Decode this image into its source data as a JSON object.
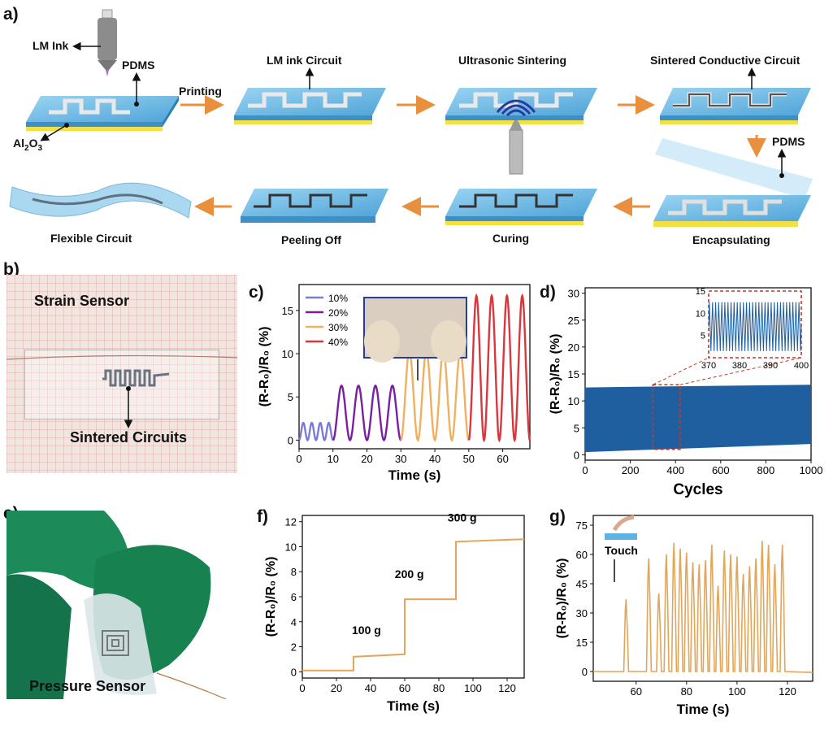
{
  "panels": {
    "a": "a)",
    "b": "b)",
    "c": "c)",
    "d": "d)",
    "e": "e)",
    "f": "f)",
    "g": "g)"
  },
  "schematic": {
    "labels": {
      "lm_ink": "LM Ink",
      "pdms_top": "PDMS",
      "al2o3_base": "Al",
      "al2o3_sub2": "2",
      "al2o3_o": "O",
      "al2o3_sub3": "3",
      "printing": "Printing",
      "pdms_encap": "PDMS"
    },
    "steps": [
      "LM ink Circuit",
      "Ultrasonic Sintering",
      "Sintered Conductive Circuit",
      "Encapsulating",
      "Curing",
      "Peeling Off",
      "Flexible Circuit"
    ]
  },
  "photo_b": {
    "title": "Strain Sensor",
    "label": "Sintered Circuits"
  },
  "photo_e": {
    "label": "Pressure Sensor"
  },
  "colors": {
    "blue_substrate": "#5fb3e3",
    "yellow_layer": "#f5e043",
    "arrow_orange": "#e8903d",
    "trace_orange": "#e2a65a",
    "bar_blue": "#1f5f9f",
    "series": [
      "#7b7bd6",
      "#7a1fa2",
      "#f0b060",
      "#d9363e"
    ],
    "inset_frame": "#c0392b"
  },
  "chart_data": [
    {
      "id": "c",
      "type": "line",
      "ylabel": "(R-R₀)/R₀ (%)",
      "xlabel": "Time (s)",
      "xlim": [
        0,
        68
      ],
      "ylim": [
        -1,
        18
      ],
      "xticks": [
        0,
        10,
        20,
        30,
        40,
        50,
        60
      ],
      "yticks": [
        0,
        5,
        10,
        15
      ],
      "series": [
        {
          "name": "10%",
          "color": "#7b7bd6",
          "x": [
            0,
            10
          ],
          "amplitude": 2,
          "peaks": 4
        },
        {
          "name": "20%",
          "color": "#7a1fa2",
          "x": [
            10,
            30
          ],
          "amplitude": 6.3,
          "peaks": 4
        },
        {
          "name": "30%",
          "color": "#f0b060",
          "x": [
            30,
            50
          ],
          "amplitude": 10.3,
          "peaks": 4
        },
        {
          "name": "40%",
          "color": "#d9363e",
          "x": [
            50,
            68
          ],
          "amplitude": 16.7,
          "peaks": 4
        }
      ]
    },
    {
      "id": "d",
      "type": "area",
      "ylabel": "(R-R₀)/R₀ (%)",
      "xlabel": "Cycles",
      "xlim": [
        0,
        1000
      ],
      "ylim": [
        -1,
        31
      ],
      "xticks": [
        0,
        200,
        400,
        600,
        800,
        1000
      ],
      "yticks": [
        0,
        5,
        10,
        15,
        20,
        25,
        30
      ],
      "band": {
        "x": [
          0,
          1000
        ],
        "lower": [
          0.5,
          2
        ],
        "upper": [
          12.5,
          13
        ]
      },
      "zoom_region": {
        "x": [
          300,
          420
        ],
        "y": [
          1,
          13
        ]
      },
      "inset": {
        "xlim": [
          370,
          400
        ],
        "ylim": [
          0,
          15
        ],
        "xticks": [
          370,
          380,
          390,
          400
        ],
        "yticks": [
          5,
          10,
          15
        ],
        "peak": 12.5,
        "trough": 1.5,
        "cycles": 30
      }
    },
    {
      "id": "f",
      "type": "line",
      "ylabel": "(R-R₀)/R₀ (%)",
      "xlabel": "Time (s)",
      "xlim": [
        0,
        130
      ],
      "ylim": [
        -0.5,
        12.5
      ],
      "xticks": [
        0,
        20,
        40,
        60,
        80,
        100,
        120
      ],
      "yticks": [
        0,
        2,
        4,
        6,
        8,
        10,
        12
      ],
      "steps": [
        {
          "x": [
            0,
            30
          ],
          "y": [
            0.1,
            0.1
          ]
        },
        {
          "x": [
            30,
            60
          ],
          "y": [
            1.2,
            1.4
          ]
        },
        {
          "x": [
            60,
            90
          ],
          "y": [
            5.8,
            5.8
          ]
        },
        {
          "x": [
            90,
            130
          ],
          "y": [
            10.4,
            10.6
          ]
        }
      ],
      "annotations": [
        "100 g",
        "200 g",
        "300 g"
      ]
    },
    {
      "id": "g",
      "type": "line",
      "ylabel": "(R-R₀)/R₀ (%)",
      "xlabel": "Time (s)",
      "xlim": [
        43,
        130
      ],
      "ylim": [
        -5,
        80
      ],
      "xticks": [
        60,
        80,
        100,
        120
      ],
      "yticks": [
        0,
        15,
        30,
        45,
        60,
        75
      ],
      "pulses": [
        {
          "x": 56,
          "y": 37
        },
        {
          "x": 65,
          "y": 58
        },
        {
          "x": 69,
          "y": 40
        },
        {
          "x": 72,
          "y": 60
        },
        {
          "x": 75,
          "y": 66
        },
        {
          "x": 77.5,
          "y": 63
        },
        {
          "x": 80,
          "y": 61
        },
        {
          "x": 82.5,
          "y": 56
        },
        {
          "x": 85,
          "y": 55
        },
        {
          "x": 87.5,
          "y": 57
        },
        {
          "x": 90,
          "y": 65
        },
        {
          "x": 92.5,
          "y": 44
        },
        {
          "x": 95,
          "y": 62
        },
        {
          "x": 97.5,
          "y": 60
        },
        {
          "x": 100,
          "y": 59
        },
        {
          "x": 102.5,
          "y": 50
        },
        {
          "x": 105,
          "y": 54
        },
        {
          "x": 107.5,
          "y": 58
        },
        {
          "x": 110,
          "y": 67
        },
        {
          "x": 112.5,
          "y": 65
        },
        {
          "x": 115,
          "y": 55
        },
        {
          "x": 118,
          "y": 65
        }
      ],
      "annotation": "Touch"
    }
  ]
}
